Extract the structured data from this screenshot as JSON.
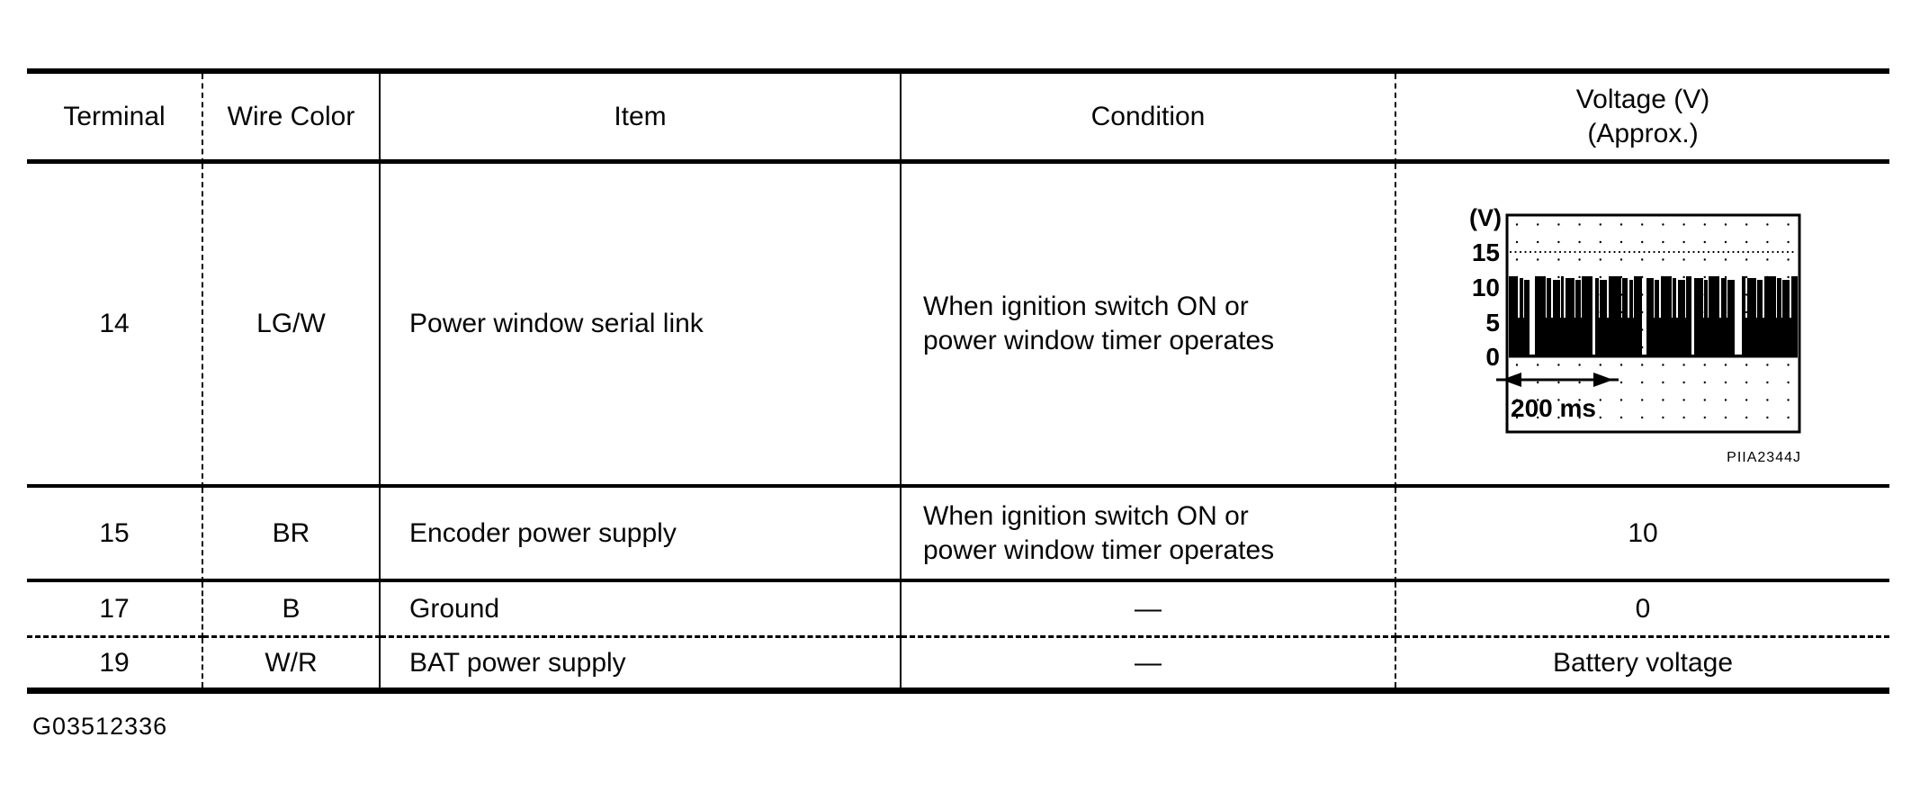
{
  "footer_code": "G03512336",
  "table": {
    "headers": {
      "terminal": "Terminal",
      "wire_color": "Wire Color",
      "item": "Item",
      "condition": "Condition",
      "voltage_line1": "Voltage (V)",
      "voltage_line2": "(Approx.)"
    },
    "rows": [
      {
        "terminal": "14",
        "wire_color": "LG/W",
        "item": "Power window serial link",
        "condition_lines": [
          "When ignition switch ON or",
          "power window timer operates"
        ],
        "voltage": ""
      },
      {
        "terminal": "15",
        "wire_color": "BR",
        "item": "Encoder power supply",
        "condition_lines": [
          "When ignition switch ON or",
          "power window timer operates"
        ],
        "voltage": "10"
      },
      {
        "terminal": "17",
        "wire_color": "B",
        "item": "Ground",
        "condition_lines": [
          "—"
        ],
        "voltage": "0"
      },
      {
        "terminal": "19",
        "wire_color": "W/R",
        "item": "BAT power supply",
        "condition_lines": [
          "—"
        ],
        "voltage": "Battery voltage"
      }
    ]
  },
  "scope": {
    "y_unit": "(V)",
    "y_ticks": [
      "15",
      "10",
      "5",
      "0"
    ],
    "time_label": "200 ms",
    "caption": "PIIA2344J",
    "signal_high_v": 12,
    "signal_low_v": 0,
    "ink_color": "#000000",
    "bars": [
      [
        10,
        2
      ],
      [
        4,
        1
      ],
      [
        6,
        6
      ],
      [
        12,
        1
      ],
      [
        5,
        2
      ],
      [
        8,
        1
      ],
      [
        3,
        2
      ],
      [
        10,
        1
      ],
      [
        6,
        1
      ],
      [
        12,
        3
      ],
      [
        4,
        1
      ],
      [
        8,
        2
      ],
      [
        14,
        1
      ],
      [
        6,
        2
      ],
      [
        4,
        1
      ],
      [
        9,
        5
      ],
      [
        8,
        1
      ],
      [
        5,
        2
      ],
      [
        12,
        1
      ],
      [
        4,
        2
      ],
      [
        8,
        1
      ],
      [
        6,
        3
      ],
      [
        10,
        1
      ],
      [
        4,
        1
      ],
      [
        12,
        2
      ],
      [
        6,
        1
      ],
      [
        8,
        8
      ],
      [
        4,
        2
      ],
      [
        10,
        1
      ],
      [
        6,
        2
      ],
      [
        13,
        1
      ],
      [
        5,
        1
      ],
      [
        8,
        2
      ],
      [
        10,
        1
      ],
      [
        4,
        6
      ],
      [
        9,
        1
      ],
      [
        6,
        2
      ],
      [
        11,
        1
      ],
      [
        7,
        2
      ],
      [
        5,
        1
      ],
      [
        10,
        2
      ]
    ]
  }
}
